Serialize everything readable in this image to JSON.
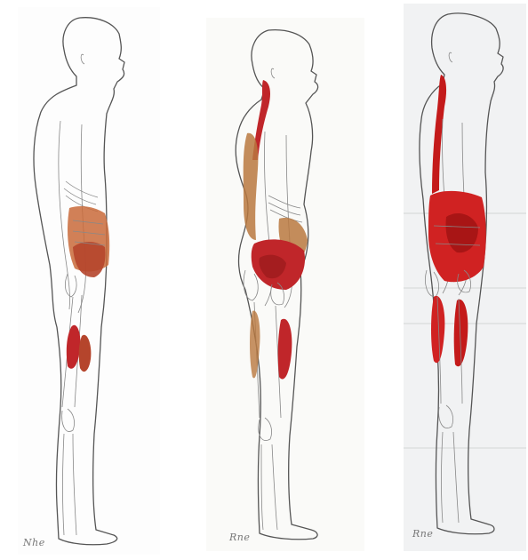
{
  "figures": [
    {
      "id": "figure-1",
      "signature": "Nhe",
      "muscle_color": "#b5452c",
      "muscle_color_alt": "#c96a3a",
      "spine_muscle": false
    },
    {
      "id": "figure-2",
      "signature": "Rne",
      "muscle_color": "#c0262a",
      "muscle_color_alt": "#b9783f",
      "spine_muscle": true
    },
    {
      "id": "figure-3",
      "signature": "Rne",
      "muscle_color": "#d02222",
      "muscle_color_alt": "#c41a1a",
      "spine_muscle": true
    }
  ]
}
